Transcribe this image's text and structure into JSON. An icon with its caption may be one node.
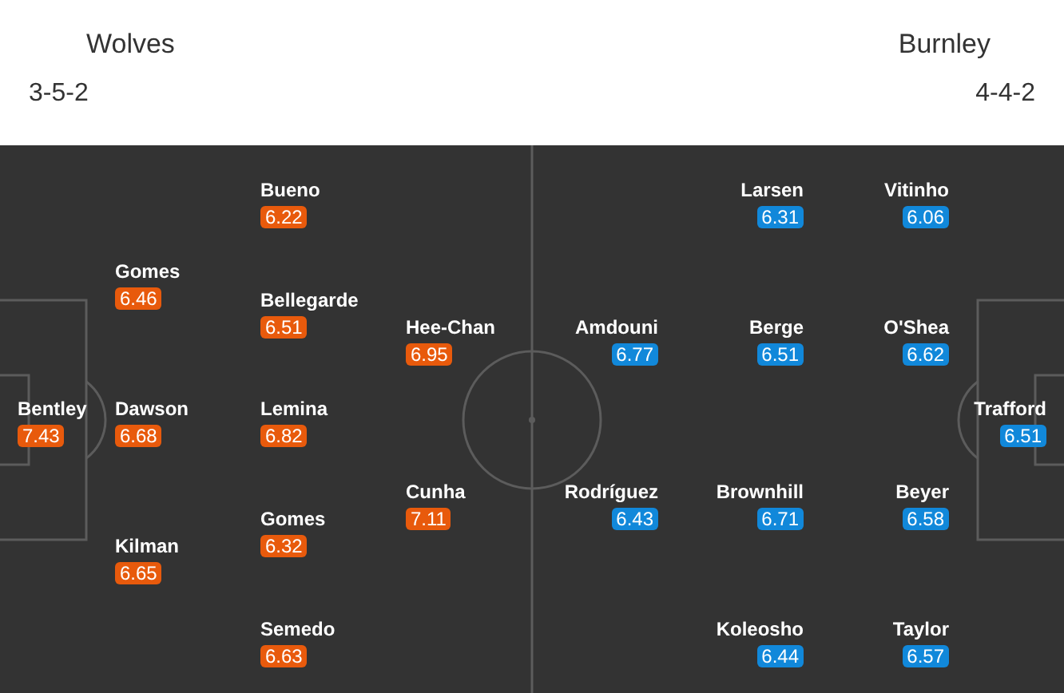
{
  "diagram": {
    "nodes": [
      {
        "text": [
          "Bentley",
          "7.43"
        ]
      },
      {
        "text": [
          "Gomes",
          "6.46"
        ]
      },
      {
        "text": [
          "Dawson",
          "6.68"
        ]
      },
      {
        "text": [
          "Kilman",
          "6.65"
        ]
      },
      {
        "text": [
          "Bueno",
          "6.22"
        ]
      },
      {
        "text": [
          "Bellegarde",
          "6.51"
        ]
      },
      {
        "text": [
          "Lemina",
          "6.82"
        ]
      },
      {
        "text": [
          "Gomes",
          "6.32"
        ]
      },
      {
        "text": [
          "Semedo",
          "6.63"
        ]
      },
      {
        "text": [
          "Hee-Chan",
          "6.95"
        ]
      },
      {
        "text": [
          "Cunha",
          "7.11"
        ]
      },
      {
        "text": [
          "Amdouni",
          "6.77"
        ]
      },
      {
        "text": [
          "Rodríguez",
          "6.43"
        ]
      },
      {
        "text": [
          "Larsen",
          "6.31"
        ]
      },
      {
        "text": [
          "Berge",
          "6.51"
        ]
      },
      {
        "text": [
          "Brownhill",
          "6.71"
        ]
      },
      {
        "text": [
          "Koleosho",
          "6.44"
        ]
      },
      {
        "text": [
          "Vitinho",
          "6.06"
        ]
      },
      {
        "text": [
          "O'Shea",
          "6.62"
        ]
      },
      {
        "text": [
          "Beyer",
          "6.58"
        ]
      },
      {
        "text": [
          "Taylor",
          "6.57"
        ]
      },
      {
        "text": [
          "Trafford",
          "6.51"
        ]
      }
    ],
    "labels": [
      "Wolves",
      "3-5-2",
      "Burnley",
      "4-4-2"
    ]
  }
}
